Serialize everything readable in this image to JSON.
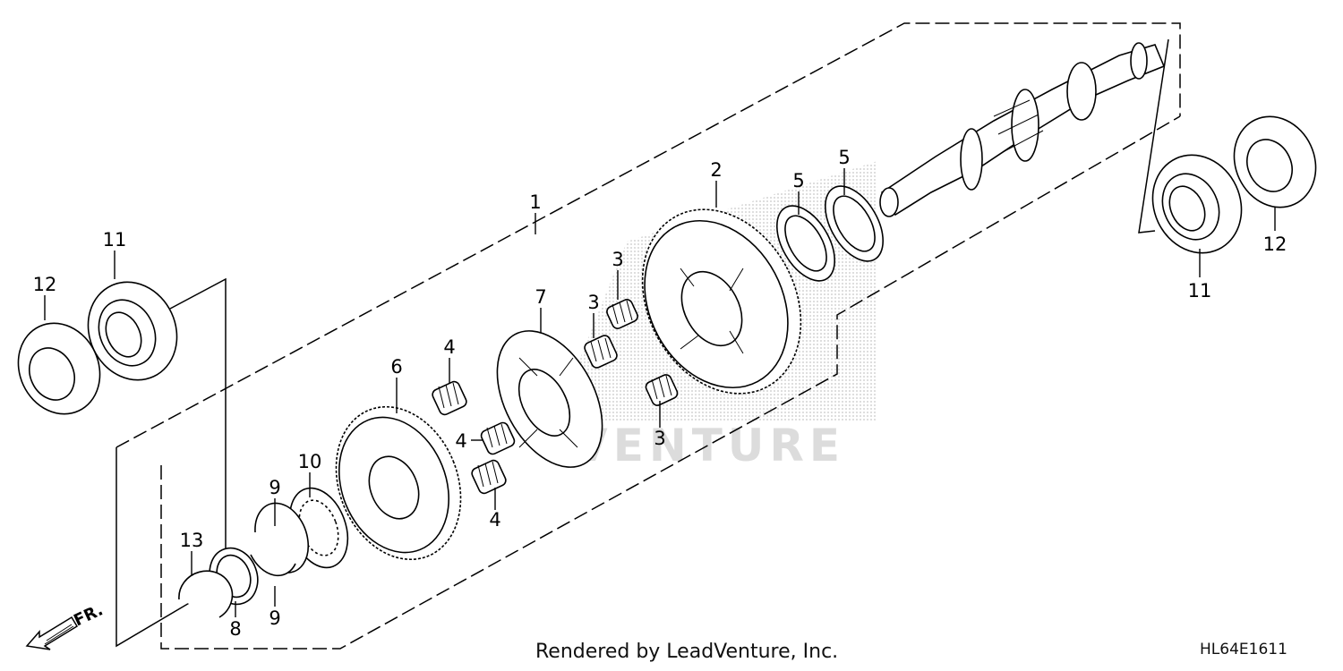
{
  "watermark": "VENTURE",
  "credit": "Rendered by LeadVenture, Inc.",
  "diagram_code": "HL64E1611",
  "front_indicator": "FR.",
  "callouts": {
    "shaft": "1",
    "gear_large": "2",
    "spring_a": "3",
    "spring_b": "3",
    "spring_c": "3",
    "spring_d": "4",
    "spring_e": "4",
    "spring_f": "4",
    "washer_a": "5",
    "washer_b": "5",
    "gear_small": "6",
    "hub": "7",
    "washer_8": "8",
    "clip_upper": "9",
    "clip_lower": "9",
    "needle_bearing": "10",
    "bearing_left": "11",
    "bearing_right": "11",
    "seal_left": "12",
    "seal_right": "12",
    "snap_ring": "13"
  }
}
